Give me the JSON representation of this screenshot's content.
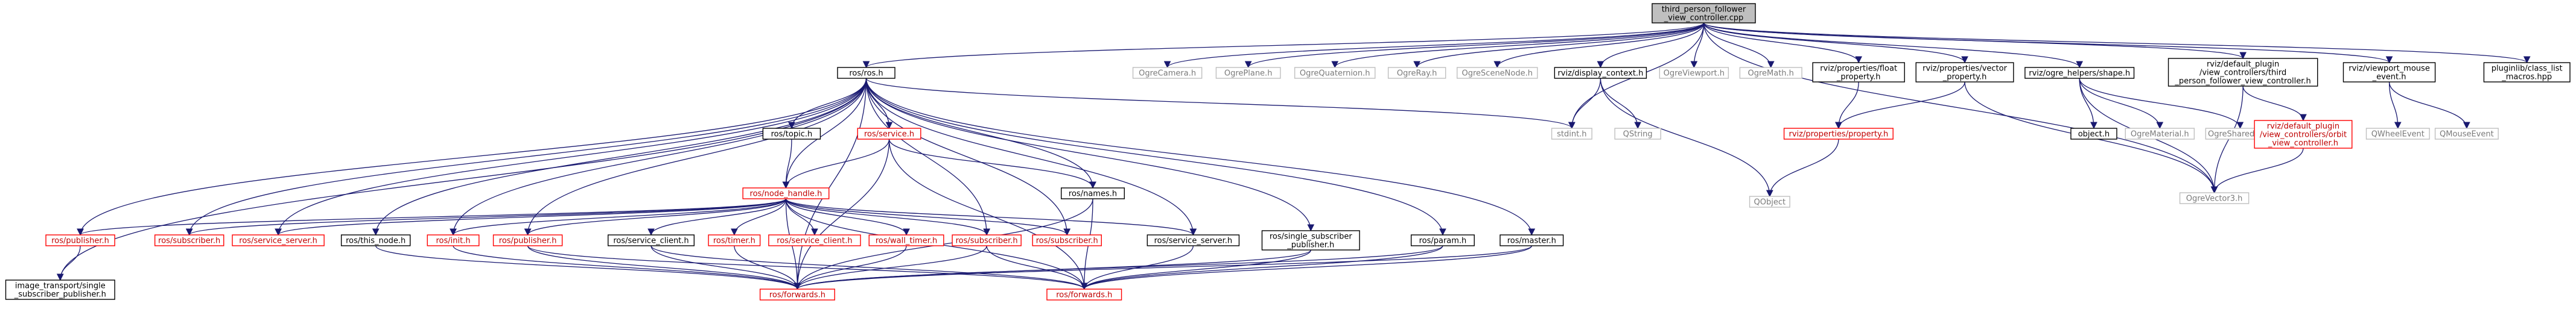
{
  "palette": {
    "normal_border": "#000000",
    "missing_border": "#bfbfbf",
    "missing_text": "#7a7a7a",
    "linked_border": "#ff0000",
    "linked_text": "#c00000",
    "root_fill": "#bfbfbf",
    "edge": "#191970"
  },
  "nodes": [
    {
      "id": "root",
      "lines": [
        "third_person_follower",
        "_view_controller.cpp"
      ],
      "style": "root"
    },
    {
      "id": "ros_ros",
      "lines": [
        "ros/ros.h"
      ],
      "style": "normal"
    },
    {
      "id": "OgreCamera",
      "lines": [
        "OgreCamera.h"
      ],
      "style": "missing"
    },
    {
      "id": "OgrePlane",
      "lines": [
        "OgrePlane.h"
      ],
      "style": "missing"
    },
    {
      "id": "OgreQuaternion",
      "lines": [
        "OgreQuaternion.h"
      ],
      "style": "missing"
    },
    {
      "id": "OgreRay",
      "lines": [
        "OgreRay.h"
      ],
      "style": "missing"
    },
    {
      "id": "OgreSceneNode",
      "lines": [
        "OgreSceneNode.h"
      ],
      "style": "missing"
    },
    {
      "id": "display_context",
      "lines": [
        "rviz/display_context.h"
      ],
      "style": "normal"
    },
    {
      "id": "OgreViewport",
      "lines": [
        "OgreViewport.h"
      ],
      "style": "missing"
    },
    {
      "id": "OgreMath",
      "lines": [
        "OgreMath.h"
      ],
      "style": "missing"
    },
    {
      "id": "float_property",
      "lines": [
        "rviz/properties/float",
        "_property.h"
      ],
      "style": "normal"
    },
    {
      "id": "vector_property",
      "lines": [
        "rviz/properties/vector",
        "_property.h"
      ],
      "style": "normal"
    },
    {
      "id": "shape",
      "lines": [
        "rviz/ogre_helpers/shape.h"
      ],
      "style": "normal"
    },
    {
      "id": "default_plugin_tp",
      "lines": [
        "rviz/default_plugin",
        "/view_controllers/third",
        "_person_follower_view_controller.h"
      ],
      "style": "normal"
    },
    {
      "id": "mouse_event",
      "lines": [
        "rviz/viewport_mouse",
        "_event.h"
      ],
      "style": "normal"
    },
    {
      "id": "class_list_macros",
      "lines": [
        "pluginlib/class_list",
        "_macros.hpp"
      ],
      "style": "normal"
    },
    {
      "id": "ros_topic",
      "lines": [
        "ros/topic.h"
      ],
      "style": "normal"
    },
    {
      "id": "ros_service",
      "lines": [
        "ros/service.h"
      ],
      "style": "linked"
    },
    {
      "id": "stdint",
      "lines": [
        "stdint.h"
      ],
      "style": "missing"
    },
    {
      "id": "QString",
      "lines": [
        "QString"
      ],
      "style": "missing"
    },
    {
      "id": "rviz_property",
      "lines": [
        "rviz/properties/property.h"
      ],
      "style": "linked"
    },
    {
      "id": "object",
      "lines": [
        "object.h"
      ],
      "style": "normal"
    },
    {
      "id": "OgreMaterial",
      "lines": [
        "OgreMaterial.h"
      ],
      "style": "missing"
    },
    {
      "id": "OgreSharedPtr",
      "lines": [
        "OgreSharedPtr.h"
      ],
      "style": "missing"
    },
    {
      "id": "orbit_vc",
      "lines": [
        "rviz/default_plugin",
        "/view_controllers/orbit",
        "_view_controller.h"
      ],
      "style": "linked"
    },
    {
      "id": "QWheelEvent",
      "lines": [
        "QWheelEvent"
      ],
      "style": "missing"
    },
    {
      "id": "QMouseEvent",
      "lines": [
        "QMouseEvent"
      ],
      "style": "missing"
    },
    {
      "id": "QObject",
      "lines": [
        "QObject"
      ],
      "style": "missing"
    },
    {
      "id": "OgreVector3",
      "lines": [
        "OgreVector3.h"
      ],
      "style": "missing"
    },
    {
      "id": "node_handle",
      "lines": [
        "ros/node_handle.h"
      ],
      "style": "linked"
    },
    {
      "id": "names",
      "lines": [
        "ros/names.h"
      ],
      "style": "normal"
    },
    {
      "id": "publisher_left",
      "lines": [
        "ros/publisher.h"
      ],
      "style": "linked"
    },
    {
      "id": "subscriber_1",
      "lines": [
        "ros/subscriber.h"
      ],
      "style": "linked"
    },
    {
      "id": "service_server_1",
      "lines": [
        "ros/service_server.h"
      ],
      "style": "linked"
    },
    {
      "id": "this_node",
      "lines": [
        "ros/this_node.h"
      ],
      "style": "normal"
    },
    {
      "id": "init",
      "lines": [
        "ros/init.h"
      ],
      "style": "linked"
    },
    {
      "id": "publisher_2",
      "lines": [
        "ros/publisher.h"
      ],
      "style": "linked"
    },
    {
      "id": "service_client",
      "lines": [
        "ros/service_client.h"
      ],
      "style": "normal"
    },
    {
      "id": "timer",
      "lines": [
        "ros/timer.h"
      ],
      "style": "linked"
    },
    {
      "id": "service_client_2",
      "lines": [
        "ros/service_client.h"
      ],
      "style": "linked"
    },
    {
      "id": "wall_timer",
      "lines": [
        "ros/wall_timer.h"
      ],
      "style": "linked"
    },
    {
      "id": "subscriber_2",
      "lines": [
        "ros/subscriber.h"
      ],
      "style": "linked"
    },
    {
      "id": "subscriber_3",
      "lines": [
        "ros/subscriber.h"
      ],
      "style": "linked"
    },
    {
      "id": "service_server_2",
      "lines": [
        "ros/service_server.h"
      ],
      "style": "normal"
    },
    {
      "id": "single_sub_pub",
      "lines": [
        "ros/single_subscriber",
        "_publisher.h"
      ],
      "style": "normal"
    },
    {
      "id": "param",
      "lines": [
        "ros/param.h"
      ],
      "style": "normal"
    },
    {
      "id": "master",
      "lines": [
        "ros/master.h"
      ],
      "style": "normal"
    },
    {
      "id": "image_transport",
      "lines": [
        "image_transport/single",
        "_subscriber_publisher.h"
      ],
      "style": "normal"
    },
    {
      "id": "forwards_1",
      "lines": [
        "ros/forwards.h"
      ],
      "style": "linked"
    },
    {
      "id": "forwards_2",
      "lines": [
        "ros/forwards.h"
      ],
      "style": "linked"
    }
  ],
  "edges": [
    [
      "root",
      "ros_ros"
    ],
    [
      "root",
      "OgreCamera"
    ],
    [
      "root",
      "OgrePlane"
    ],
    [
      "root",
      "OgreQuaternion"
    ],
    [
      "root",
      "OgreRay"
    ],
    [
      "root",
      "OgreSceneNode"
    ],
    [
      "root",
      "display_context"
    ],
    [
      "root",
      "OgreViewport"
    ],
    [
      "root",
      "OgreMath"
    ],
    [
      "root",
      "float_property"
    ],
    [
      "root",
      "vector_property"
    ],
    [
      "root",
      "shape"
    ],
    [
      "root",
      "default_plugin_tp"
    ],
    [
      "root",
      "mouse_event"
    ],
    [
      "root",
      "class_list_macros"
    ],
    [
      "root",
      "stdint"
    ],
    [
      "root",
      "OgreVector3"
    ],
    [
      "ros_ros",
      "ros_topic"
    ],
    [
      "ros_ros",
      "ros_service"
    ],
    [
      "ros_ros",
      "node_handle"
    ],
    [
      "ros_ros",
      "names"
    ],
    [
      "ros_ros",
      "publisher_left"
    ],
    [
      "ros_ros",
      "subscriber_1"
    ],
    [
      "ros_ros",
      "service_server_1"
    ],
    [
      "ros_ros",
      "this_node"
    ],
    [
      "ros_ros",
      "init"
    ],
    [
      "ros_ros",
      "publisher_2"
    ],
    [
      "ros_ros",
      "service_server_2"
    ],
    [
      "ros_ros",
      "subscriber_2"
    ],
    [
      "ros_ros",
      "subscriber_3"
    ],
    [
      "ros_ros",
      "single_sub_pub"
    ],
    [
      "ros_ros",
      "param"
    ],
    [
      "ros_ros",
      "master"
    ],
    [
      "ros_ros",
      "forwards_1"
    ],
    [
      "ros_ros",
      "stdint"
    ],
    [
      "ros_ros",
      "image_transport"
    ],
    [
      "display_context",
      "stdint"
    ],
    [
      "display_context",
      "QString"
    ],
    [
      "display_context",
      "QObject"
    ],
    [
      "float_property",
      "rviz_property"
    ],
    [
      "vector_property",
      "rviz_property"
    ],
    [
      "vector_property",
      "OgreVector3"
    ],
    [
      "rviz_property",
      "QObject"
    ],
    [
      "shape",
      "object"
    ],
    [
      "shape",
      "OgreMaterial"
    ],
    [
      "shape",
      "OgreSharedPtr"
    ],
    [
      "shape",
      "OgreVector3"
    ],
    [
      "default_plugin_tp",
      "orbit_vc"
    ],
    [
      "default_plugin_tp",
      "OgreVector3"
    ],
    [
      "orbit_vc",
      "OgreVector3"
    ],
    [
      "mouse_event",
      "QWheelEvent"
    ],
    [
      "mouse_event",
      "QMouseEvent"
    ],
    [
      "ros_topic",
      "node_handle"
    ],
    [
      "ros_service",
      "node_handle"
    ],
    [
      "ros_service",
      "names"
    ],
    [
      "ros_service",
      "forwards_2"
    ],
    [
      "ros_service",
      "forwards_1"
    ],
    [
      "node_handle",
      "publisher_left"
    ],
    [
      "node_handle",
      "subscriber_1"
    ],
    [
      "node_handle",
      "service_server_1"
    ],
    [
      "node_handle",
      "init"
    ],
    [
      "node_handle",
      "publisher_2"
    ],
    [
      "node_handle",
      "service_client"
    ],
    [
      "node_handle",
      "timer"
    ],
    [
      "node_handle",
      "service_client_2"
    ],
    [
      "node_handle",
      "wall_timer"
    ],
    [
      "node_handle",
      "subscriber_2"
    ],
    [
      "node_handle",
      "subscriber_3"
    ],
    [
      "node_handle",
      "service_server_2"
    ],
    [
      "node_handle",
      "forwards_1"
    ],
    [
      "node_handle",
      "forwards_2"
    ],
    [
      "names",
      "forwards_1"
    ],
    [
      "names",
      "forwards_2"
    ],
    [
      "publisher_left",
      "image_transport"
    ],
    [
      "this_node",
      "forwards_1"
    ],
    [
      "init",
      "forwards_1"
    ],
    [
      "publisher_2",
      "forwards_1"
    ],
    [
      "publisher_2",
      "forwards_2"
    ],
    [
      "service_client",
      "forwards_1"
    ],
    [
      "service_client",
      "forwards_2"
    ],
    [
      "timer",
      "forwards_1"
    ],
    [
      "wall_timer",
      "forwards_1"
    ],
    [
      "subscriber_2",
      "forwards_1"
    ],
    [
      "subscriber_2",
      "forwards_2"
    ],
    [
      "service_server_2",
      "forwards_2"
    ],
    [
      "single_sub_pub",
      "forwards_1"
    ],
    [
      "single_sub_pub",
      "forwards_2"
    ],
    [
      "param",
      "forwards_1"
    ],
    [
      "param",
      "forwards_2"
    ],
    [
      "master",
      "forwards_1"
    ],
    [
      "master",
      "forwards_2"
    ]
  ]
}
